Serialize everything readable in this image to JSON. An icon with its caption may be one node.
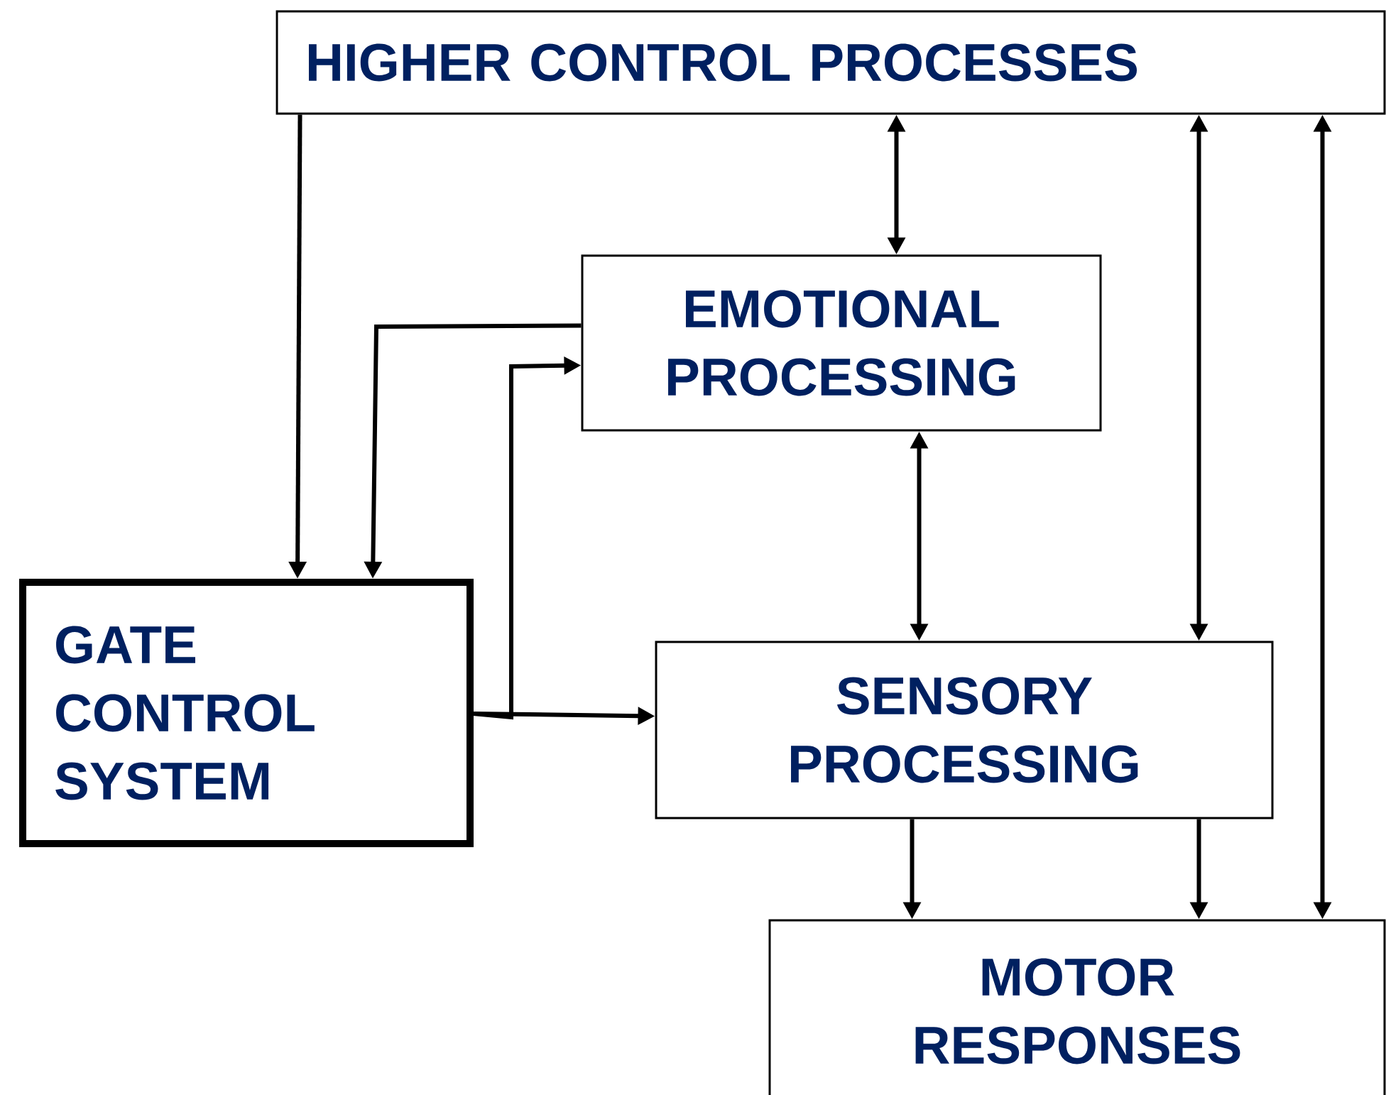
{
  "diagram": {
    "nodes": [
      {
        "text": [
          "HIGHER CONTROL PROCESSES"
        ]
      },
      {
        "text": [
          "EMOTIONAL PROCESSING"
        ]
      },
      {
        "text": [
          "GATE CONTROL SYSTEM"
        ]
      },
      {
        "text": [
          "SENSORY PROCESSING"
        ]
      },
      {
        "text": [
          "MOTOR RESPONSES"
        ]
      }
    ],
    "edges": [
      {
        "from": 0,
        "to": 2,
        "arrow": "to"
      },
      {
        "from": 0,
        "to": 1,
        "arrow": "both"
      },
      {
        "from": 0,
        "to": 3,
        "arrow": "both"
      },
      {
        "from": 0,
        "to": 4,
        "arrow": "both"
      },
      {
        "from": 1,
        "to": 2,
        "arrow": "to"
      },
      {
        "from": 1,
        "to": 3,
        "arrow": "both"
      },
      {
        "from": 2,
        "to": 3,
        "arrow": "to"
      },
      {
        "from": 2,
        "to": 1,
        "arrow": "to"
      },
      {
        "from": 3,
        "to": 4,
        "arrow": "to"
      },
      {
        "from": 3,
        "to": 4,
        "arrow": "to"
      }
    ]
  }
}
